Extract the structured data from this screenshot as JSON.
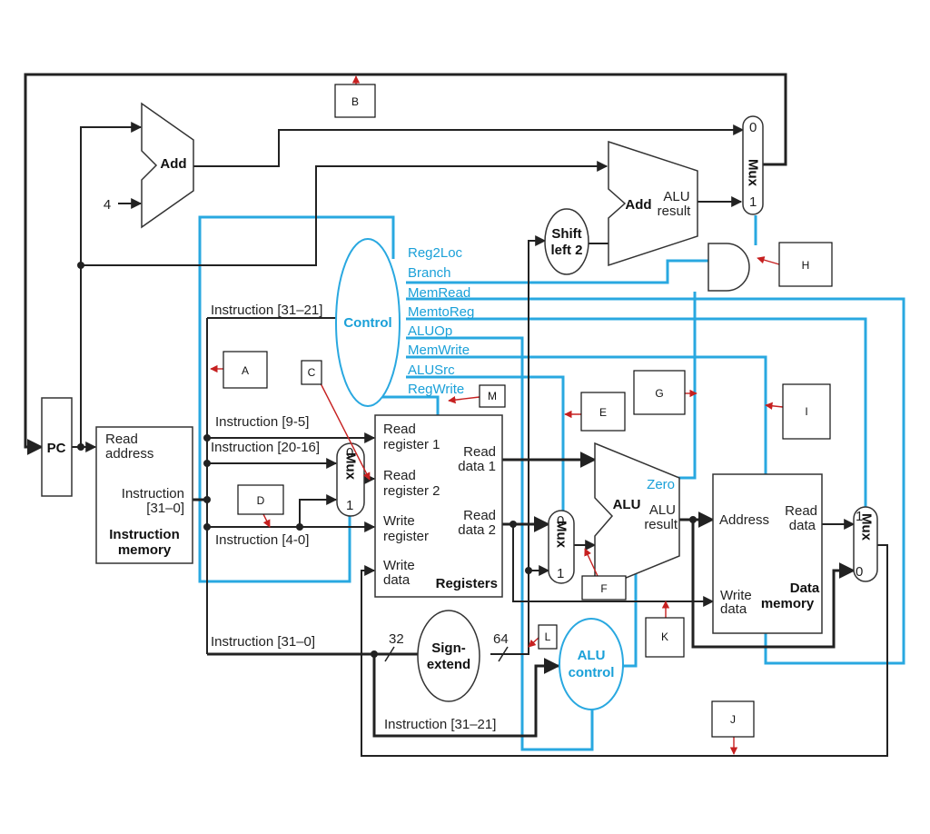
{
  "blocks": {
    "pc": "PC",
    "add_top": "Add",
    "four": "4",
    "add_alu_1": "Add",
    "add_alu_2": "ALU",
    "add_alu_3": "result",
    "shift_1": "Shift",
    "shift_2": "left 2",
    "control": "Control",
    "imem_1": "Read",
    "imem_2": "address",
    "imem_3": "Instruction",
    "imem_4": "[31–0]",
    "imem_5": "Instruction",
    "imem_6": "memory",
    "reg_1": "Read",
    "reg_2": "register 1",
    "reg_3": "Read",
    "reg_4": "register 2",
    "reg_5": "Write",
    "reg_6": "register",
    "reg_7": "Write",
    "reg_8": "data",
    "reg_9": "Read",
    "reg_10": "data 1",
    "reg_11": "Read",
    "reg_12": "data 2",
    "reg_13": "Registers",
    "alu_main": "ALU",
    "alu_zero": "Zero",
    "alu_r1": "ALU",
    "alu_r2": "result",
    "dmem_1": "Address",
    "dmem_2": "Read",
    "dmem_3": "data",
    "dmem_4": "Write",
    "dmem_5": "data",
    "dmem_6": "Data",
    "dmem_7": "memory",
    "sign_1": "Sign-",
    "sign_2": "extend",
    "aluctl_1": "ALU",
    "aluctl_2": "control",
    "mux_word": "Mux",
    "zero": "0",
    "one": "1"
  },
  "signals": [
    "Reg2Loc",
    "Branch",
    "MemRead",
    "MemtoReg",
    "ALUOp",
    "MemWrite",
    "ALUSrc",
    "RegWrite"
  ],
  "fields": {
    "i31_21_top": "Instruction [31–21]",
    "i9_5": "Instruction [9-5]",
    "i20_16": "Instruction [20-16]",
    "i4_0": "Instruction [4-0]",
    "i31_0": "Instruction [31–0]",
    "i31_21_bot": "Instruction [31–21]",
    "w32": "32",
    "w64": "64"
  },
  "markers": [
    "A",
    "B",
    "C",
    "D",
    "E",
    "F",
    "G",
    "H",
    "I",
    "J",
    "K",
    "L",
    "M"
  ],
  "colors": {
    "control_signal": "#29a8e0",
    "datapath": "#222222",
    "marker_arrow": "#c62020"
  }
}
